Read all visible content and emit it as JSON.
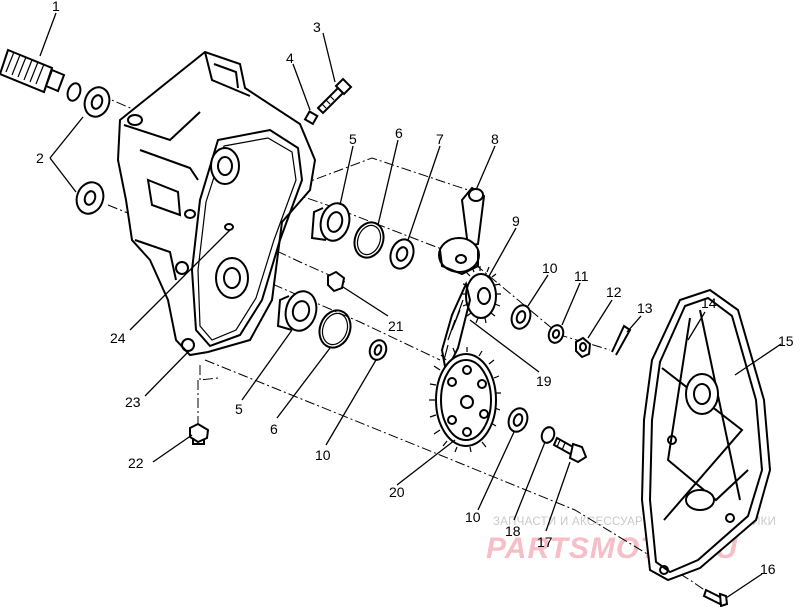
{
  "callouts": [
    {
      "id": "1",
      "label": "1"
    },
    {
      "id": "2",
      "label": "2"
    },
    {
      "id": "3",
      "label": "3"
    },
    {
      "id": "4",
      "label": "4"
    },
    {
      "id": "5a",
      "label": "5"
    },
    {
      "id": "6a",
      "label": "6"
    },
    {
      "id": "7",
      "label": "7"
    },
    {
      "id": "8",
      "label": "8"
    },
    {
      "id": "9",
      "label": "9"
    },
    {
      "id": "10a",
      "label": "10"
    },
    {
      "id": "11",
      "label": "11"
    },
    {
      "id": "12",
      "label": "12"
    },
    {
      "id": "13",
      "label": "13"
    },
    {
      "id": "14",
      "label": "14"
    },
    {
      "id": "15",
      "label": "15"
    },
    {
      "id": "16",
      "label": "16"
    },
    {
      "id": "17",
      "label": "17"
    },
    {
      "id": "18",
      "label": "18"
    },
    {
      "id": "19",
      "label": "19"
    },
    {
      "id": "20",
      "label": "20"
    },
    {
      "id": "21",
      "label": "21"
    },
    {
      "id": "22",
      "label": "22"
    },
    {
      "id": "23",
      "label": "23"
    },
    {
      "id": "24",
      "label": "24"
    },
    {
      "id": "5b",
      "label": "5"
    },
    {
      "id": "6b",
      "label": "6"
    },
    {
      "id": "10b",
      "label": "10"
    },
    {
      "id": "10c",
      "label": "10"
    }
  ],
  "watermark": {
    "tagline": "ЗАПЧАСТИ И АКСЕССУАРЫ ДЛЯ МОТОТЕХНИКИ",
    "brand": "PARTSMOTO.RU"
  }
}
